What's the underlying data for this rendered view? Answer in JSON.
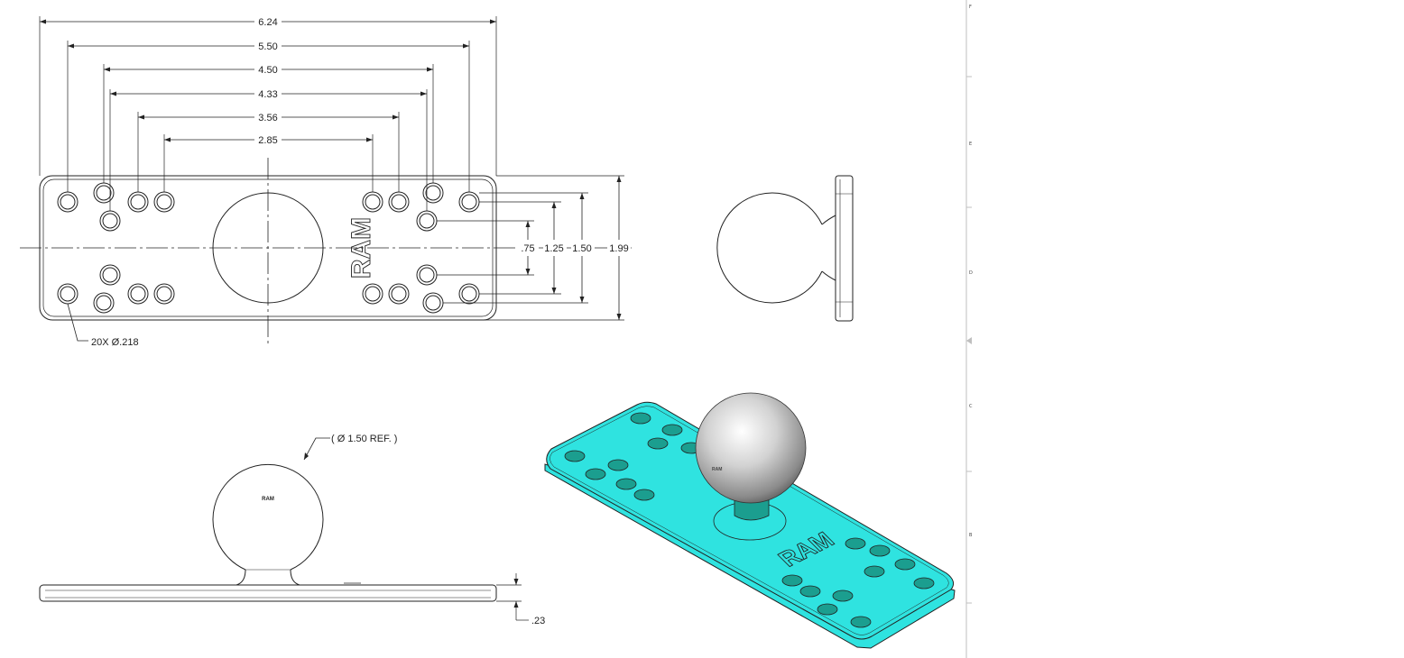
{
  "top_view": {
    "horizontal_dims": [
      "6.24",
      "5.50",
      "4.50",
      "4.33",
      "3.56",
      "2.85"
    ],
    "vertical_dims": [
      ".75",
      "1.25",
      "1.50",
      "1.99"
    ],
    "hole_callout": "20X Ø.218",
    "logo": "RAM"
  },
  "front_view": {
    "ball_callout": "( Ø 1.50 REF. )",
    "ball_logo": "RAM",
    "thickness": ".23"
  },
  "iso_view": {
    "plate_logo": "RAM",
    "plate_color": "#2fe3e0",
    "hole_color": "#1b9e8f",
    "ball_color": "#cfcfcf"
  },
  "border": {
    "zone_letters": [
      "F",
      "E",
      "D",
      "C",
      "B"
    ]
  }
}
